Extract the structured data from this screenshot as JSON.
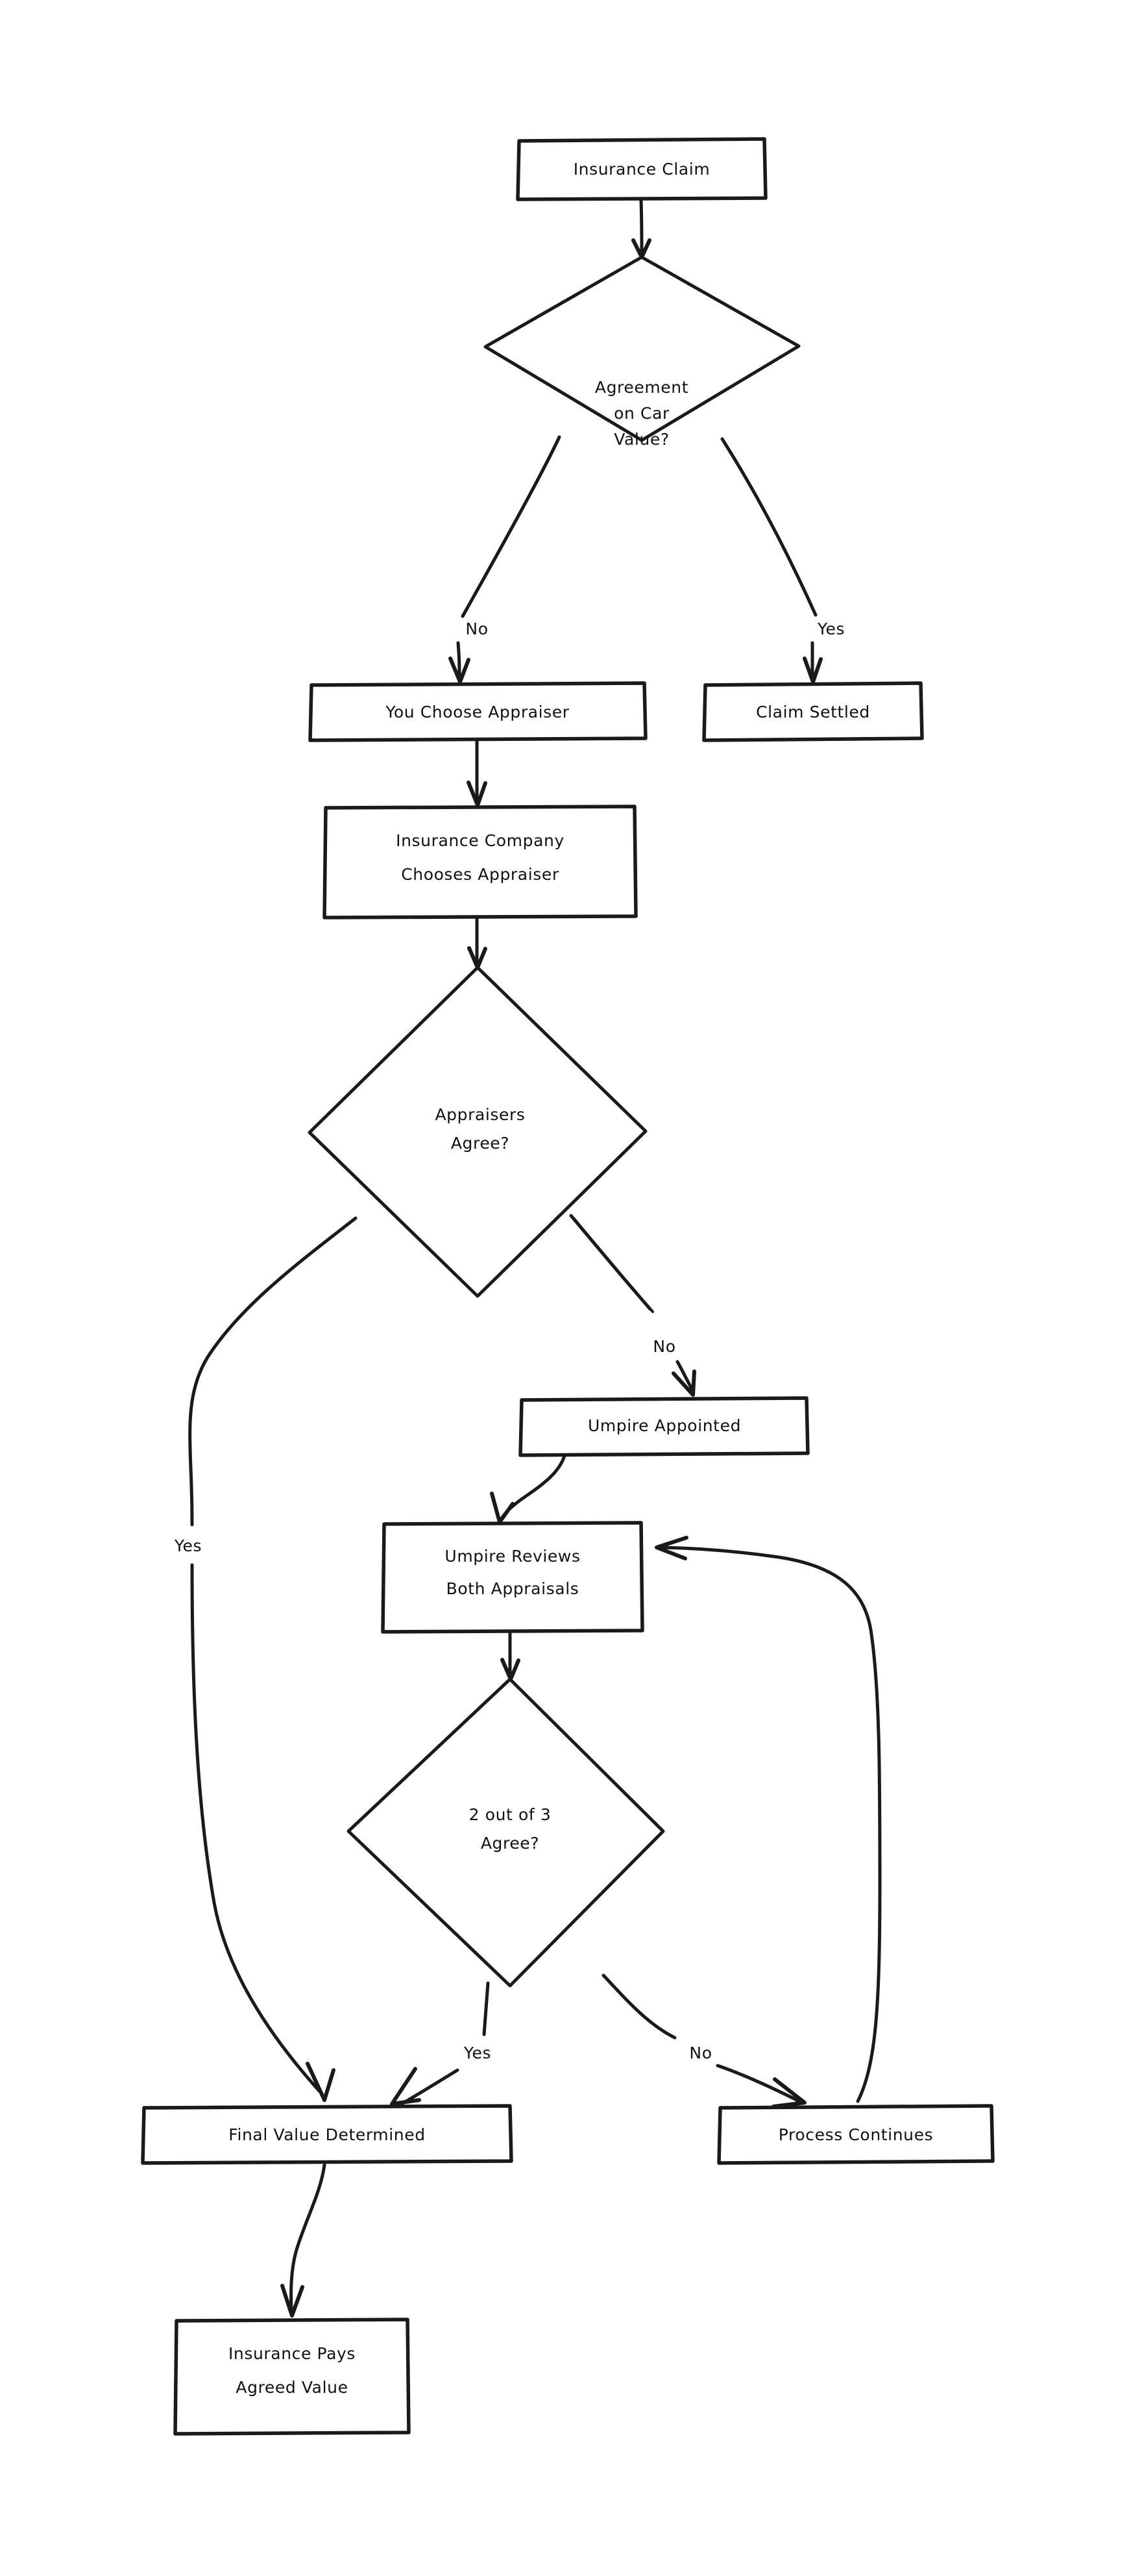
{
  "diagram": {
    "title": "Insurance Claim Appraisal Dispute Flowchart",
    "style": "hand-drawn",
    "background_color": "#ffffff",
    "stroke_color": "#1a1a1a",
    "nodes": [
      {
        "id": "insurance_claim",
        "type": "process",
        "label_lines": [
          "Insurance Claim"
        ]
      },
      {
        "id": "agreement_on_value",
        "type": "decision",
        "label_lines": [
          "Agreement",
          "on Car",
          "Value?"
        ]
      },
      {
        "id": "you_choose_appraiser",
        "type": "process",
        "label_lines": [
          "You Choose Appraiser"
        ]
      },
      {
        "id": "claim_settled",
        "type": "process",
        "label_lines": [
          "Claim Settled"
        ]
      },
      {
        "id": "company_chooses",
        "type": "process",
        "label_lines": [
          "Insurance Company",
          "Chooses Appraiser"
        ]
      },
      {
        "id": "appraisers_agree",
        "type": "decision",
        "label_lines": [
          "Appraisers",
          "Agree?"
        ]
      },
      {
        "id": "umpire_appointed",
        "type": "process",
        "label_lines": [
          "Umpire Appointed"
        ]
      },
      {
        "id": "umpire_reviews",
        "type": "process",
        "label_lines": [
          "Umpire Reviews",
          "Both Appraisals"
        ]
      },
      {
        "id": "two_of_three",
        "type": "decision",
        "label_lines": [
          "2 out of 3",
          "Agree?"
        ]
      },
      {
        "id": "final_value",
        "type": "process",
        "label_lines": [
          "Final Value Determined"
        ]
      },
      {
        "id": "process_continues",
        "type": "process",
        "label_lines": [
          "Process Continues"
        ]
      },
      {
        "id": "insurance_pays",
        "type": "process",
        "label_lines": [
          "Insurance Pays",
          "Agreed Value"
        ]
      }
    ],
    "edges": [
      {
        "from": "insurance_claim",
        "to": "agreement_on_value",
        "label": ""
      },
      {
        "from": "agreement_on_value",
        "to": "you_choose_appraiser",
        "label": "No"
      },
      {
        "from": "agreement_on_value",
        "to": "claim_settled",
        "label": "Yes"
      },
      {
        "from": "you_choose_appraiser",
        "to": "company_chooses",
        "label": ""
      },
      {
        "from": "company_chooses",
        "to": "appraisers_agree",
        "label": ""
      },
      {
        "from": "appraisers_agree",
        "to": "final_value",
        "label": "Yes"
      },
      {
        "from": "appraisers_agree",
        "to": "umpire_appointed",
        "label": "No"
      },
      {
        "from": "umpire_appointed",
        "to": "umpire_reviews",
        "label": ""
      },
      {
        "from": "umpire_reviews",
        "to": "two_of_three",
        "label": ""
      },
      {
        "from": "two_of_three",
        "to": "final_value",
        "label": "Yes"
      },
      {
        "from": "two_of_three",
        "to": "process_continues",
        "label": "No"
      },
      {
        "from": "process_continues",
        "to": "umpire_reviews",
        "label": ""
      },
      {
        "from": "final_value",
        "to": "insurance_pays",
        "label": ""
      }
    ],
    "edge_labels": {
      "agreement_no": "No",
      "agreement_yes": "Yes",
      "appraisers_no": "No",
      "appraisers_yes": "Yes",
      "twoofthree_yes": "Yes",
      "twoofthree_no": "No"
    }
  }
}
